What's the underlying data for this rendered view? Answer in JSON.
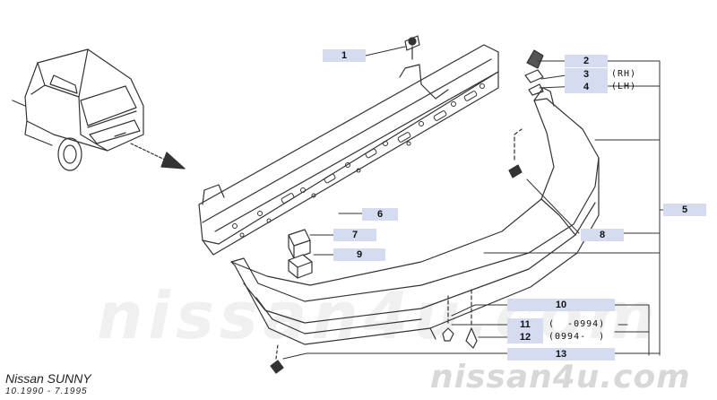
{
  "watermark": {
    "big": "nissan4u.com",
    "small": "nissan4u.com"
  },
  "footer": {
    "model": "Nissan SUNNY",
    "period": "10.1990 - 7.1995"
  },
  "callouts": [
    {
      "label": "1"
    },
    {
      "label": "2"
    },
    {
      "label": "3",
      "note": "(RH)"
    },
    {
      "label": "4",
      "note": "(LH)"
    },
    {
      "label": "5"
    },
    {
      "label": "6"
    },
    {
      "label": "7"
    },
    {
      "label": "8"
    },
    {
      "label": "9"
    },
    {
      "label": "10"
    },
    {
      "label": "11",
      "note": "(  -0994)"
    },
    {
      "label": "12",
      "note": "(0994-  )"
    },
    {
      "label": "13"
    }
  ],
  "colors": {
    "line": "#333333",
    "tag": "#d6dcf0"
  }
}
